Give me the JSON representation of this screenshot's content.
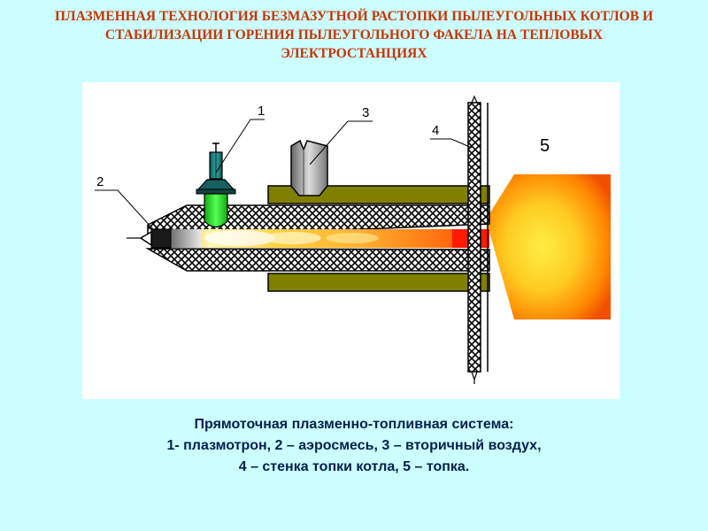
{
  "title": {
    "lines": [
      "ПЛАЗМЕННАЯ ТЕХНОЛОГИЯ БЕЗМАЗУТНОЙ РАСТОПКИ ПЫЛЕУГОЛЬНЫХ КОТЛОВ И",
      "СТАБИЛИЗАЦИИ ГОРЕНИЯ ПЫЛЕУГОЛЬНОГО ФАКЕЛА НА ТЕПЛОВЫХ",
      "ЭЛЕКТРОСТАНЦИЯХ"
    ]
  },
  "diagram": {
    "labels": {
      "plasmatron": "1",
      "aeromixture": "2",
      "secondary_air": "3",
      "furnace_wall": "4",
      "furnace": "5"
    }
  },
  "caption": {
    "lines": [
      "Прямоточная плазменно-топливная система:",
      "1- плазмотрон, 2 – аэросмесь, 3 – вторичный воздух,",
      "4 – стенка топки котла, 5 – топка."
    ]
  },
  "colors": {
    "background": "#ccffff",
    "title": "#cc3300",
    "caption": "#001f4f",
    "outer_channel": "#808000",
    "plasmatron": "#33cc33"
  }
}
